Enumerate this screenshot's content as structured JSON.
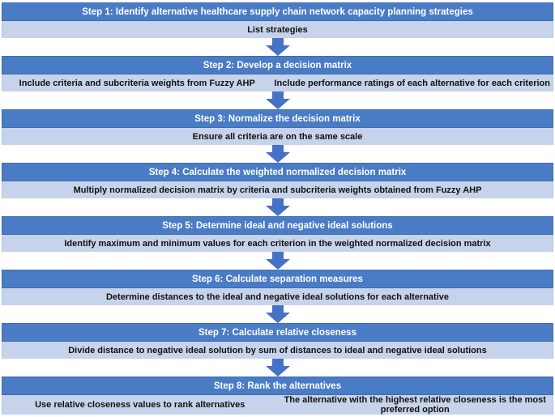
{
  "colors": {
    "header": "#4a7cc6",
    "sub": "#c7d3ea",
    "arrow": "#4472c4"
  },
  "steps": [
    {
      "title": "Step 1: Identify alternative healthcare supply chain network capacity planning strategies",
      "items": [
        "List strategies"
      ]
    },
    {
      "title": "Step 2: Develop a decision matrix",
      "items": [
        "Include criteria and subcriteria weights from Fuzzy AHP",
        "Include performance ratings of each alternative for each criterion"
      ]
    },
    {
      "title": "Step 3: Normalize the decision matrix",
      "items": [
        "Ensure all criteria are on the same scale"
      ]
    },
    {
      "title": "Step 4: Calculate the weighted normalized decision matrix",
      "items": [
        "Multiply normalized decision matrix by criteria and subcriteria weights obtained from Fuzzy AHP"
      ]
    },
    {
      "title": "Step 5: Determine ideal and negative ideal solutions",
      "items": [
        "Identify maximum and minimum values for each criterion in the weighted normalized decision matrix"
      ]
    },
    {
      "title": "Step 6: Calculate separation measures",
      "items": [
        "Determine distances to the ideal and negative ideal solutions for each alternative"
      ]
    },
    {
      "title": "Step 7: Calculate relative closeness",
      "items": [
        "Divide distance to negative ideal solution by sum of distances to ideal and negative ideal solutions"
      ]
    },
    {
      "title": "Step 8: Rank the alternatives",
      "items": [
        "Use relative closeness values to rank alternatives",
        "The alternative with the highest relative closeness is the most preferred option"
      ]
    }
  ]
}
